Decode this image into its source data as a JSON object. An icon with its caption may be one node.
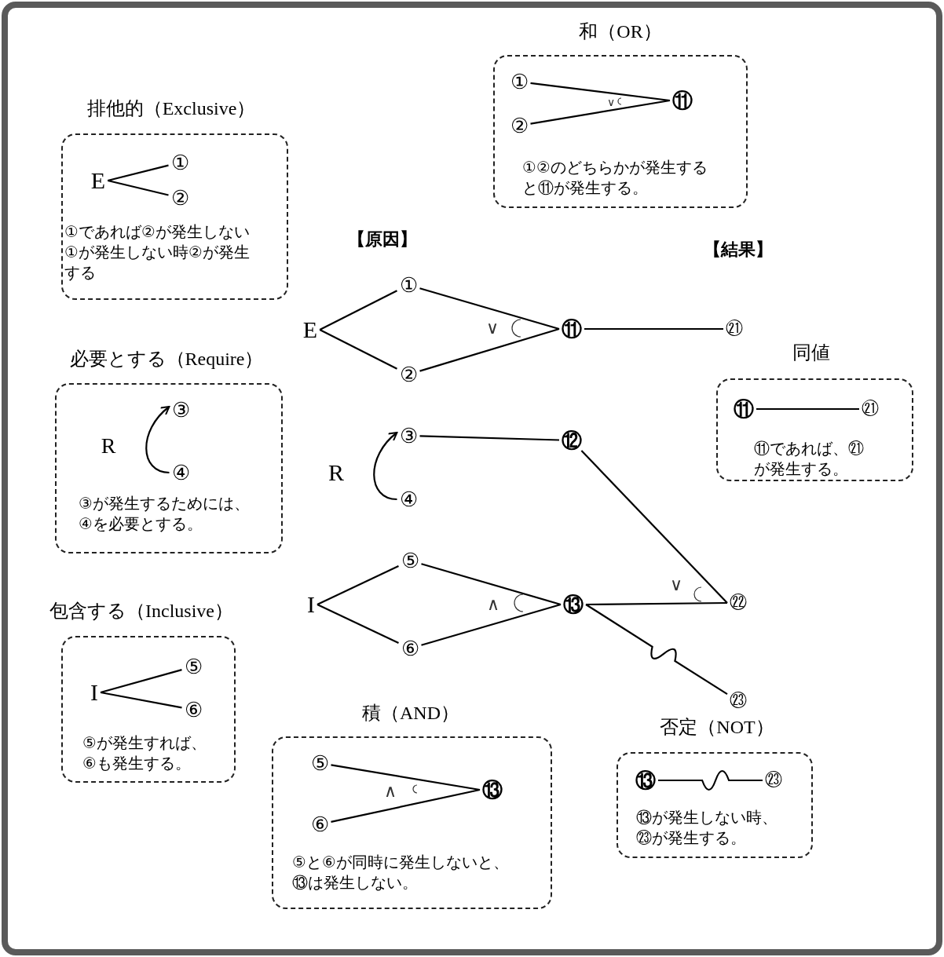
{
  "diagram": {
    "nodes": [
      {
        "text": [
          "排他的（Exclusive）",
          "①であれば②が発生しない①が発生しない時②が発生する"
        ]
      },
      {
        "text": [
          "E"
        ],
        "in": 0
      },
      {
        "text": [
          "①"
        ],
        "in": 0
      },
      {
        "text": [
          "②"
        ],
        "in": 0
      },
      {
        "text": [
          "和（OR）",
          "①②のどちらかが発生すると⑪が発生する。"
        ]
      },
      {
        "text": [
          "①"
        ],
        "in": 4
      },
      {
        "text": [
          "②"
        ],
        "in": 4
      },
      {
        "text": [
          "⑪"
        ],
        "in": 4
      },
      {
        "text": [
          "必要とする（Require）",
          "③が発生するためには、④を必要とする。"
        ]
      },
      {
        "text": [
          "R"
        ],
        "in": 8
      },
      {
        "text": [
          "③"
        ],
        "in": 8
      },
      {
        "text": [
          "④"
        ],
        "in": 8
      },
      {
        "text": [
          "同値",
          "⑪であれば、㉑が発生する。"
        ]
      },
      {
        "text": [
          "⑪"
        ],
        "in": 12
      },
      {
        "text": [
          "㉑"
        ],
        "in": 12
      },
      {
        "text": [
          "包含する（Inclusive）",
          "⑤が発生すれば、⑥も発生する。"
        ]
      },
      {
        "text": [
          "I"
        ],
        "in": 15
      },
      {
        "text": [
          "⑤"
        ],
        "in": 15
      },
      {
        "text": [
          "⑥"
        ],
        "in": 15
      },
      {
        "text": [
          "積（AND）",
          "⑤と⑥が同時に発生しないと、⑬は発生しない。"
        ]
      },
      {
        "text": [
          "⑤"
        ],
        "in": 19
      },
      {
        "text": [
          "⑥"
        ],
        "in": 19
      },
      {
        "text": [
          "⑬"
        ],
        "in": 19
      },
      {
        "text": [
          "否定（NOT）",
          "⑬が発生しない時、㉓が発生する。"
        ]
      },
      {
        "text": [
          "⑬"
        ],
        "in": 23
      },
      {
        "text": [
          "㉓"
        ],
        "in": 23
      },
      {
        "text": [
          "E"
        ]
      },
      {
        "text": [
          "①"
        ]
      },
      {
        "text": [
          "②"
        ]
      },
      {
        "text": [
          "⑪"
        ]
      },
      {
        "text": [
          "㉑"
        ]
      },
      {
        "text": [
          "R"
        ]
      },
      {
        "text": [
          "③"
        ]
      },
      {
        "text": [
          "④"
        ]
      },
      {
        "text": [
          "⑫"
        ]
      },
      {
        "text": [
          "I"
        ]
      },
      {
        "text": [
          "⑤"
        ]
      },
      {
        "text": [
          "⑥"
        ]
      },
      {
        "text": [
          "⑬"
        ]
      },
      {
        "text": [
          "㉒"
        ]
      },
      {
        "text": [
          "㉓"
        ]
      }
    ],
    "edges": [
      {
        "from": 1,
        "to": 2,
        "arrow": "none"
      },
      {
        "from": 1,
        "to": 3,
        "arrow": "none"
      },
      {
        "from": 5,
        "to": 7,
        "arrow": "none"
      },
      {
        "from": 6,
        "to": 7,
        "arrow": "none"
      },
      {
        "from": 11,
        "to": 10,
        "arrow": "to"
      },
      {
        "from": 13,
        "to": 14,
        "arrow": "none"
      },
      {
        "from": 16,
        "to": 17,
        "arrow": "none"
      },
      {
        "from": 16,
        "to": 18,
        "arrow": "none"
      },
      {
        "from": 20,
        "to": 22,
        "arrow": "none"
      },
      {
        "from": 21,
        "to": 22,
        "arrow": "none"
      },
      {
        "from": 24,
        "to": 25,
        "arrow": "none"
      },
      {
        "from": 26,
        "to": 27,
        "arrow": "none"
      },
      {
        "from": 26,
        "to": 28,
        "arrow": "none"
      },
      {
        "from": 27,
        "to": 29,
        "arrow": "none"
      },
      {
        "from": 28,
        "to": 29,
        "arrow": "none"
      },
      {
        "from": 29,
        "to": 30,
        "arrow": "none"
      },
      {
        "from": 33,
        "to": 32,
        "arrow": "to"
      },
      {
        "from": 32,
        "to": 34,
        "arrow": "none"
      },
      {
        "from": 34,
        "to": 39,
        "arrow": "none"
      },
      {
        "from": 35,
        "to": 36,
        "arrow": "none"
      },
      {
        "from": 35,
        "to": 37,
        "arrow": "none"
      },
      {
        "from": 36,
        "to": 38,
        "arrow": "none"
      },
      {
        "from": 37,
        "to": 38,
        "arrow": "none"
      },
      {
        "from": 38,
        "to": 39,
        "arrow": "none"
      },
      {
        "from": 38,
        "to": 40,
        "arrow": "none"
      }
    ],
    "labels": [
      "∨",
      "【原因】",
      "【結果】",
      "∨",
      "∧",
      "∨",
      "∧"
    ]
  }
}
